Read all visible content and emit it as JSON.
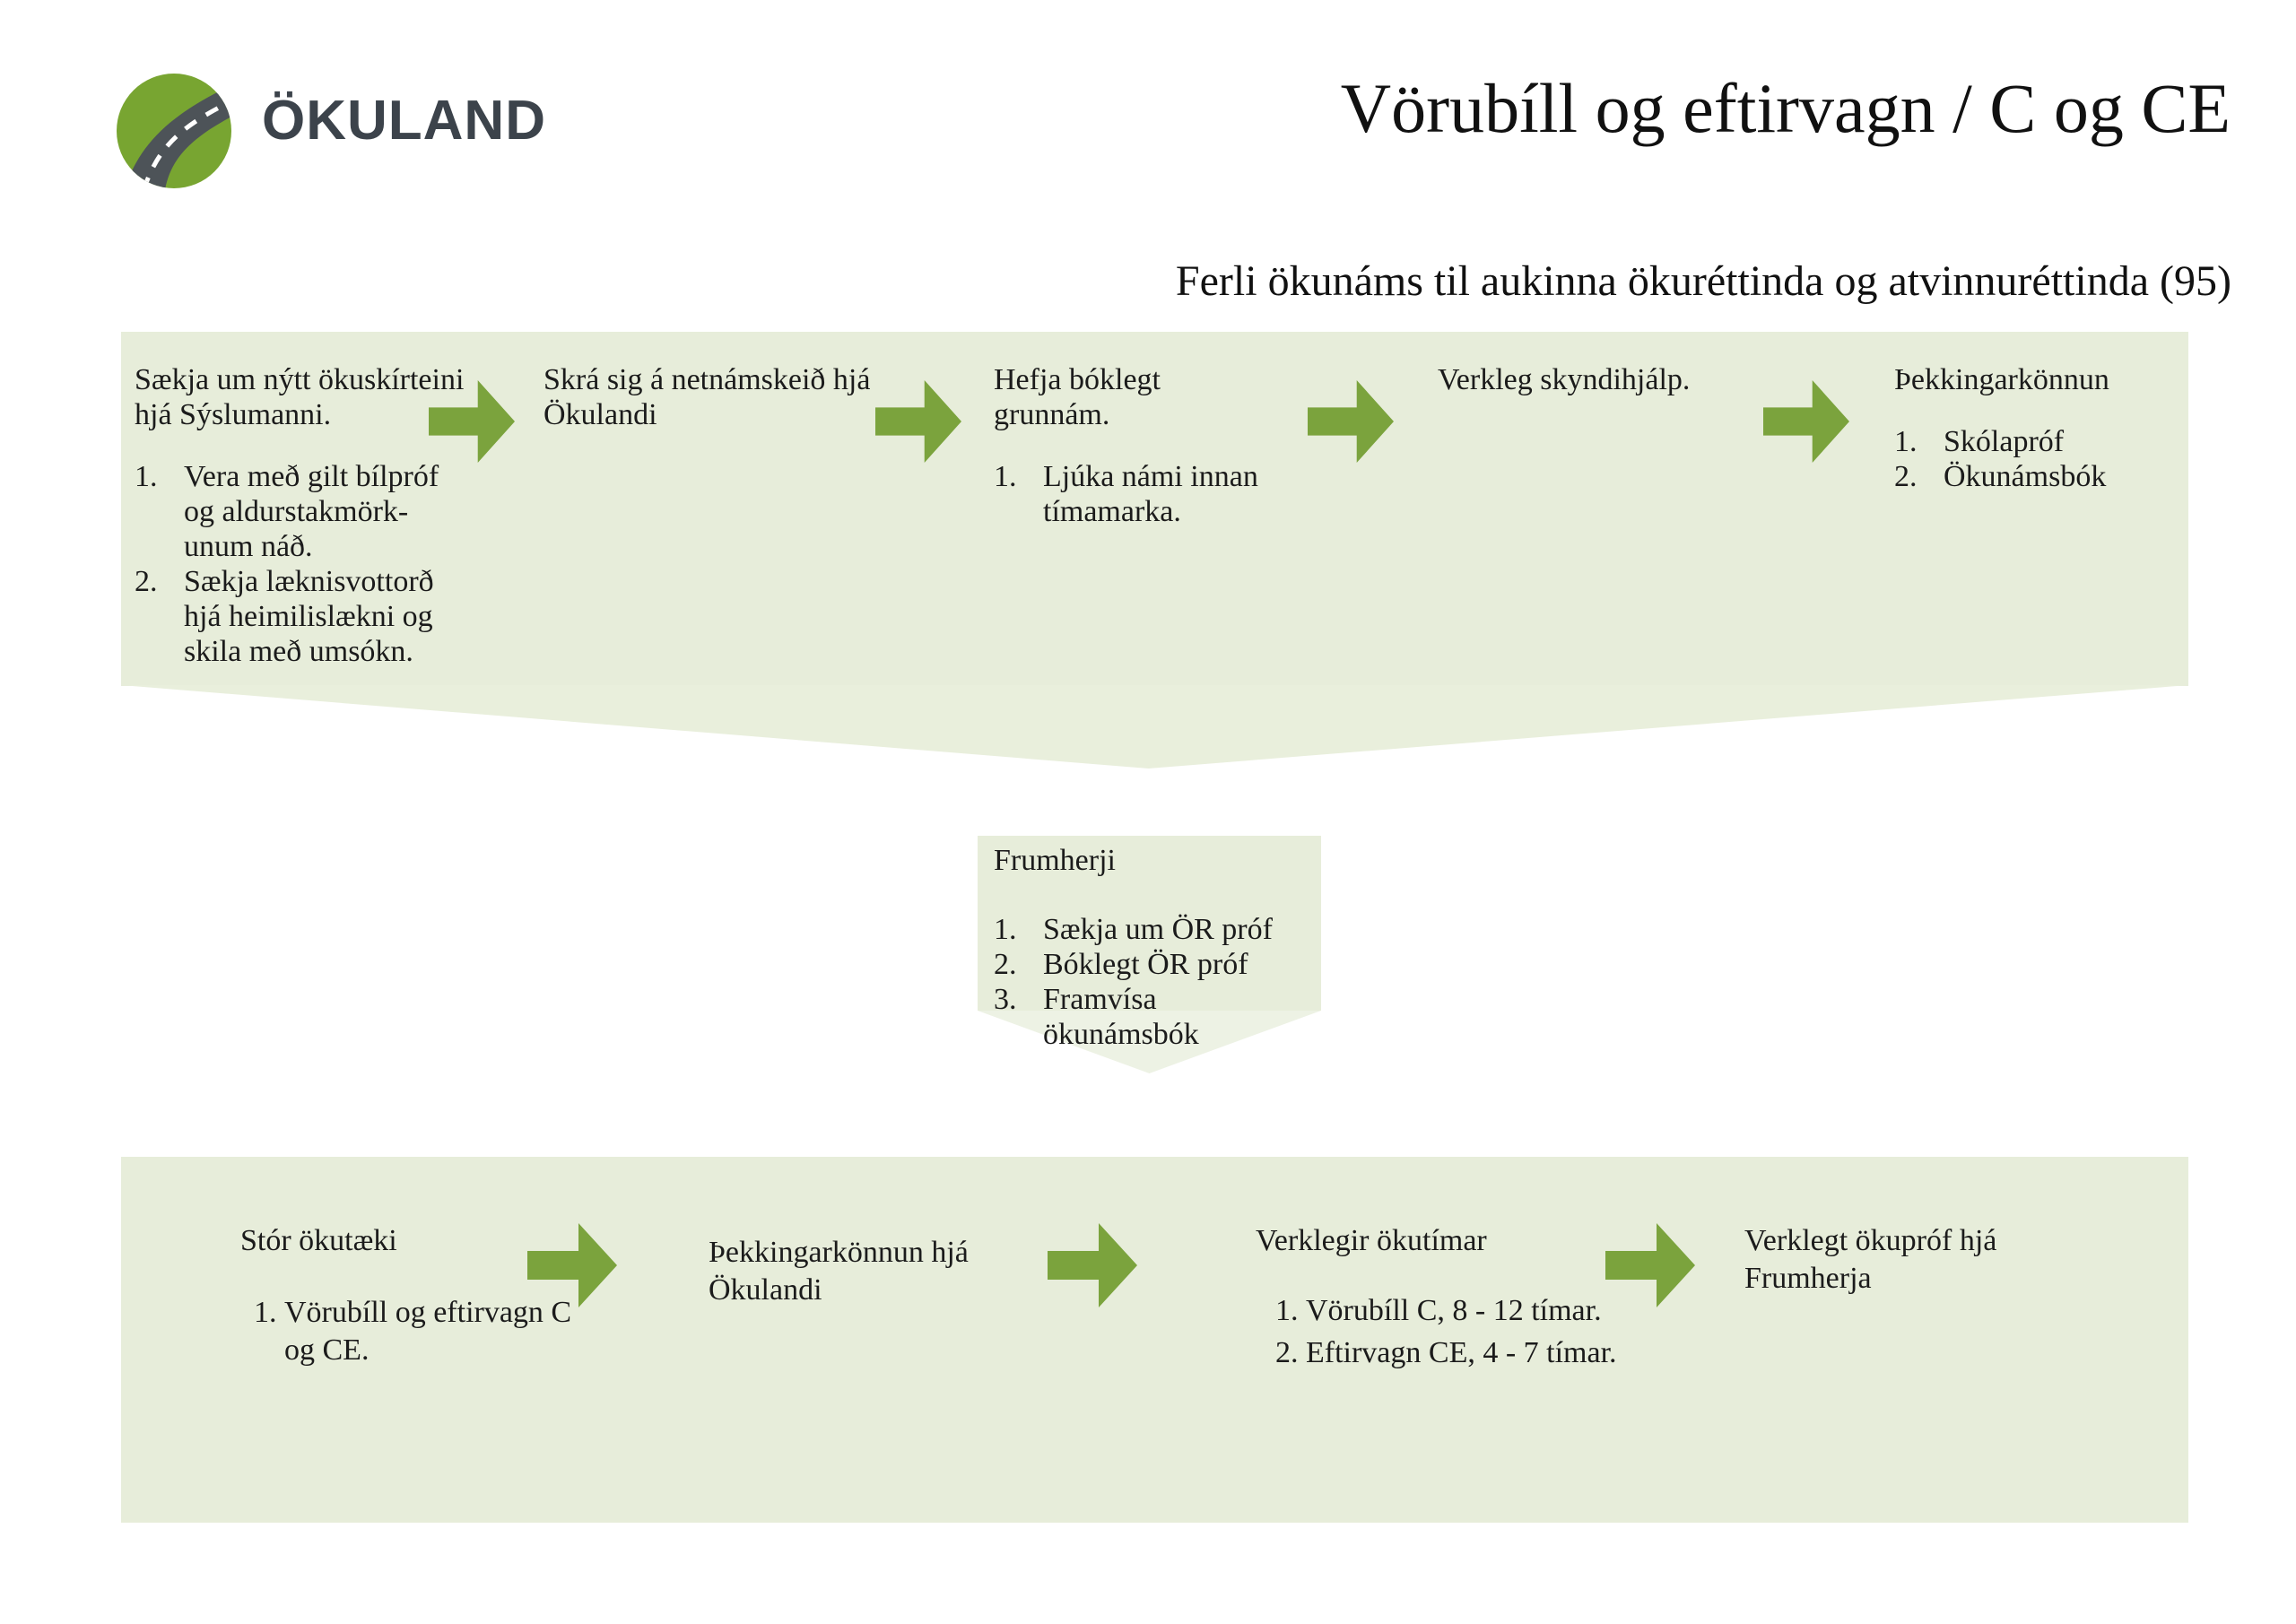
{
  "logo": {
    "text": "ÖKULAND"
  },
  "header": {
    "title": "Vörubíll og eftirvagn / C og CE",
    "subtitle": "Ferli ökunáms til aukinna ökuréttinda og atvinnuréttinda (95)"
  },
  "top_banner": {
    "steps": [
      {
        "title": "Sækja um nýtt ökuskírteini hjá Sýslumanni.",
        "items": [
          {
            "num": "1.",
            "text": "Vera með gilt bílpróf og aldurstakmörk-unum náð."
          },
          {
            "num": "2.",
            "text": "Sækja læknisvottorð hjá heimilislækni og skila með umsókn."
          }
        ]
      },
      {
        "title": "Skrá sig á netnámskeið hjá Ökulandi",
        "items": []
      },
      {
        "title": "Hefja bóklegt grunnám.",
        "items": [
          {
            "num": "1.",
            "text": "Ljúka námi innan tímamarka."
          }
        ]
      },
      {
        "title": "Verkleg skyndihjálp.",
        "items": []
      },
      {
        "title": "Þekkingarkönnun",
        "items": [
          {
            "num": "1.",
            "text": "Skólapróf"
          },
          {
            "num": "2.",
            "text": "Ökunámsbók"
          }
        ]
      }
    ]
  },
  "middle_box": {
    "title": "Frumherji",
    "items": [
      {
        "num": "1.",
        "text": "Sækja um ÖR próf"
      },
      {
        "num": "2.",
        "text": "Bóklegt ÖR próf"
      },
      {
        "num": "3.",
        "text": "Framvísa ökunámsbók"
      }
    ]
  },
  "bottom_banner": {
    "steps": [
      {
        "title": "Stór ökutæki",
        "items": [
          {
            "num": "1.",
            "text": "Vörubíll og eftirvagn C og CE."
          }
        ]
      },
      {
        "title": "Þekkingarkönnun hjá Ökulandi",
        "items": []
      },
      {
        "title": "Verklegir ökutímar",
        "items": [
          {
            "num": "1.",
            "text": "Vörubíll C, 8 - 12 tímar."
          },
          {
            "num": "2.",
            "text": "Eftirvagn CE, 4 - 7 tímar."
          }
        ]
      },
      {
        "title": "Verklegt ökupróf hjá Frumherja",
        "items": []
      }
    ]
  },
  "colors": {
    "banner": "#e7edda",
    "funnel": "#e9efdc",
    "pointer": "#edf2e4",
    "arrow": "#7ba33d",
    "logo_green": "#78a531",
    "logo_road": "#4d5358",
    "logo_text": "#3c434b",
    "text": "#1b1b1b"
  }
}
